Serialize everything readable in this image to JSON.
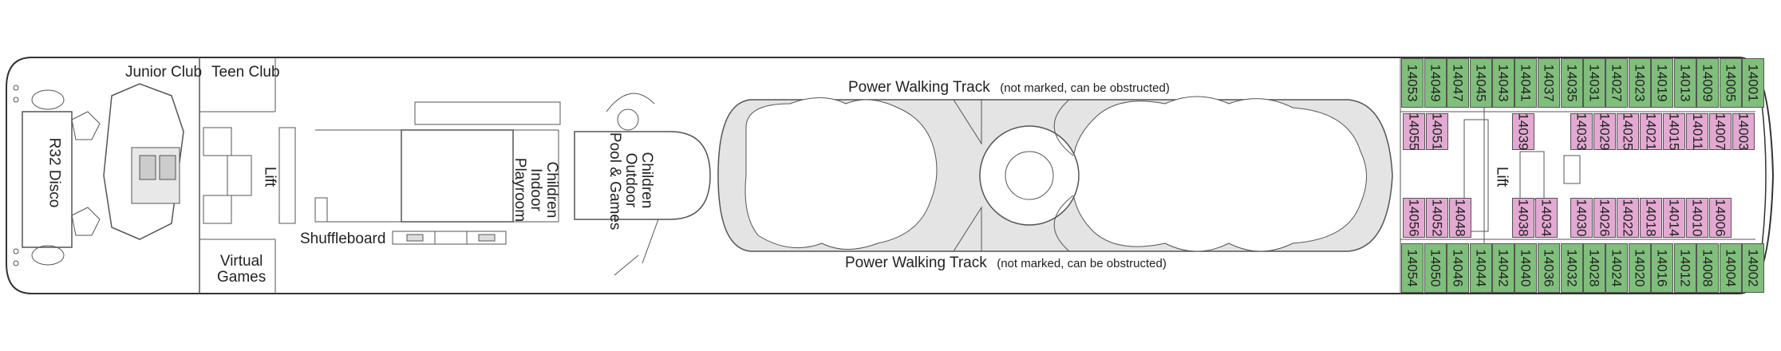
{
  "colors": {
    "hull_outline": "#333333",
    "interior_lines": "#555555",
    "pool_area": "#e4e4e4",
    "cabin_green": "#7fbf7b",
    "cabin_pink": "#e3a9d2"
  },
  "labels": {
    "junior_club": "Junior Club",
    "teen_club": "Teen Club",
    "r32_disco": "R32 Disco",
    "lift_forward": "Lift",
    "lift_aft": "Lift",
    "shuffleboard": "Shuffleboard",
    "virtual_games": "Virtual\nGames",
    "children_indoor_playroom": "Children\nIndoor\nPlayroom",
    "children_outdoor_pool_games": "Children\nOutdoor\nPool & Games",
    "power_walking_top": "Power Walking Track",
    "power_walking_top_note": "(not marked, can be obstructed)",
    "power_walking_bottom": "Power Walking Track",
    "power_walking_bottom_note": "(not marked, can be obstructed)"
  },
  "cabins": {
    "top_outer_row": [
      "14053",
      "14049",
      "14047",
      "14045",
      "14043",
      "14041",
      "14037",
      "14035",
      "14031",
      "14027",
      "14023",
      "14019",
      "14013",
      "14009",
      "14005",
      "14001"
    ],
    "top_inner_row": [
      "14055",
      "14051",
      "14039",
      "14033",
      "14029",
      "14025",
      "14021",
      "14015",
      "14011",
      "14007",
      "14003"
    ],
    "bottom_inner_row": [
      "14056",
      "14052",
      "14048",
      "14038",
      "14034",
      "14030",
      "14026",
      "14022",
      "14018",
      "14014",
      "14010",
      "14006"
    ],
    "bottom_outer_row": [
      "14054",
      "14050",
      "14046",
      "14044",
      "14042",
      "14040",
      "14036",
      "14032",
      "14028",
      "14024",
      "14020",
      "14016",
      "14012",
      "14008",
      "14004",
      "14002"
    ]
  }
}
